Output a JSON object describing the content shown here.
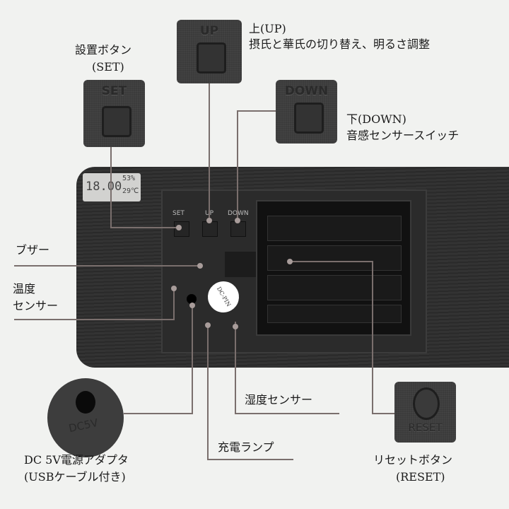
{
  "device": {
    "lcd": {
      "time": "18.00",
      "humidity": "53%",
      "temperature": "29℃"
    },
    "panel_labels": {
      "set": "SET",
      "up": "UP",
      "down": "DOWN"
    },
    "sticker": "DC-PIN"
  },
  "callouts": {
    "set": {
      "title": "設置ボタン",
      "sub": "(SET)",
      "button_text": "SET"
    },
    "up": {
      "title": "上(UP)",
      "sub": "摂氏と華氏の切り替え、明るさ調整",
      "button_text": "UP"
    },
    "down": {
      "title": "下(DOWN)",
      "sub": "音感センサースイッチ",
      "button_text": "DOWN"
    },
    "buzzer": {
      "title": "ブザー"
    },
    "temp_sensor": {
      "line1": "温度",
      "line2": "センサー"
    },
    "humidity_sensor": {
      "title": "湿度センサー"
    },
    "charge_lamp": {
      "title": "充電ランプ"
    },
    "dc": {
      "title": "DC 5V電源アダプタ",
      "sub": "(USBケーブル付き)",
      "jack_text": "DC5V"
    },
    "reset": {
      "title": "リセットボタン",
      "sub": "(RESET)",
      "button_text": "RESET"
    }
  }
}
